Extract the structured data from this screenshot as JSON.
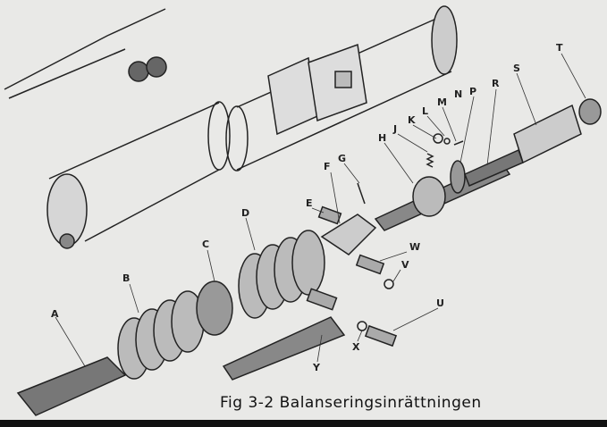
{
  "caption": "Fig 3-2  Balanseringsinrättningen",
  "labels": {
    "A": "A",
    "B": "B",
    "C": "C",
    "D": "D",
    "E": "E",
    "F": "F",
    "G": "G",
    "H": "H",
    "J": "J",
    "K": "K",
    "L": "L",
    "M": "M",
    "N": "N",
    "P": "P",
    "R": "R",
    "S": "S",
    "T": "T",
    "U": "U",
    "V": "V",
    "W": "W",
    "X": "X",
    "Y": "Y"
  }
}
